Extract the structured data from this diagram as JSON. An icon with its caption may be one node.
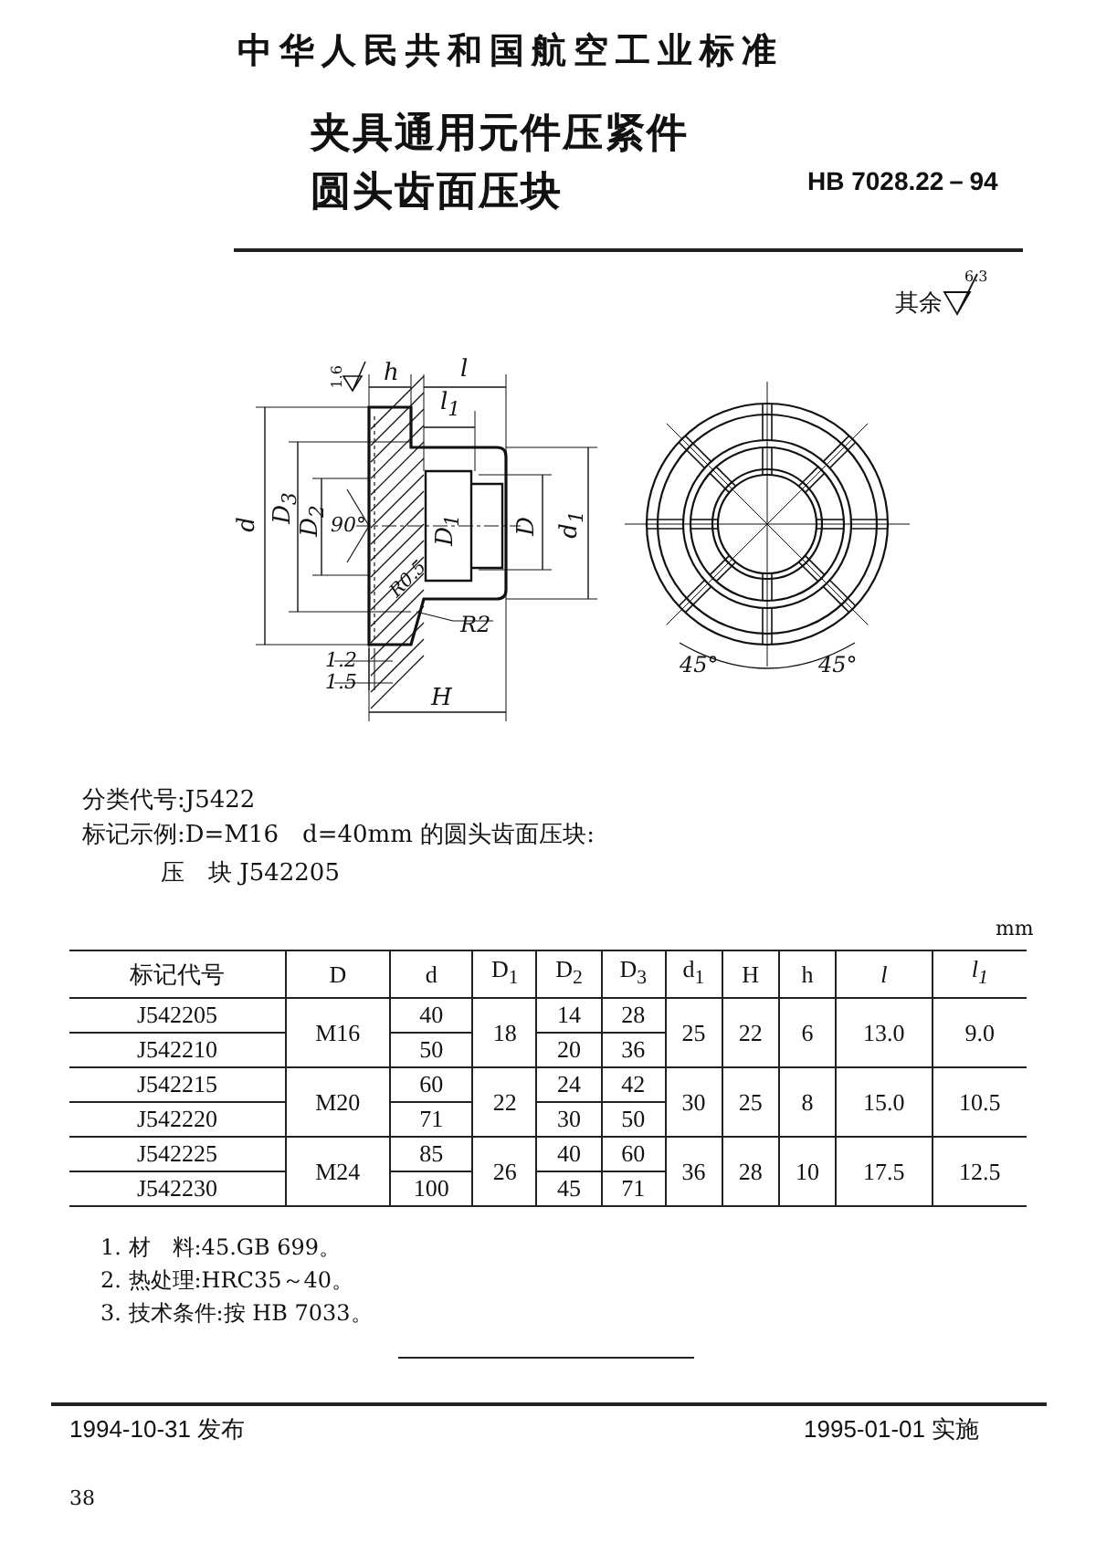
{
  "diagram": {
    "title": "夹具通用元件压紧件圆头齿面压块",
    "labels": [
      "中华人民共和国航空工业标准",
      "HB 7028.22－94",
      "其余",
      "6.3",
      "1.6",
      "h",
      "l",
      "l$_{1}$",
      "d",
      "D$_{3}$",
      "D$_{2}$",
      "90°",
      "D$_{1}$",
      "D",
      "d$_{1}$",
      "R0.5",
      "R2",
      "1.2",
      "1.5",
      "H",
      "45°",
      "45°",
      "分类代号:J5422",
      "标记示例:D=M16　d=40mm 的圆头齿面压块:",
      "压　块 J542205",
      "mm",
      "标记代号",
      "D",
      "d",
      "D$_{1}$",
      "D$_{2}$",
      "D$_{3}$",
      "d$_{1}$",
      "H",
      "h",
      "l",
      "l$_{1}$",
      "J542205",
      "M16",
      "40",
      "18",
      "14",
      "28",
      "25",
      "22",
      "6",
      "13.0",
      "9.0",
      "J542210",
      "50",
      "20",
      "36",
      "J542215",
      "M20",
      "60",
      "22",
      "24",
      "42",
      "30",
      "25",
      "8",
      "15.0",
      "10.5",
      "J542220",
      "71",
      "30",
      "50",
      "J542225",
      "M24",
      "85",
      "26",
      "40",
      "60",
      "36",
      "28",
      "10",
      "17.5",
      "12.5",
      "J542230",
      "100",
      "45",
      "71",
      "1. 材　料:45.GB 699。",
      "2. 热处理:HRC35～40。",
      "3. 技术条件:按 HB 7033。",
      "1994-10-31 发布",
      "1995-01-01 实施",
      "38"
    ]
  }
}
